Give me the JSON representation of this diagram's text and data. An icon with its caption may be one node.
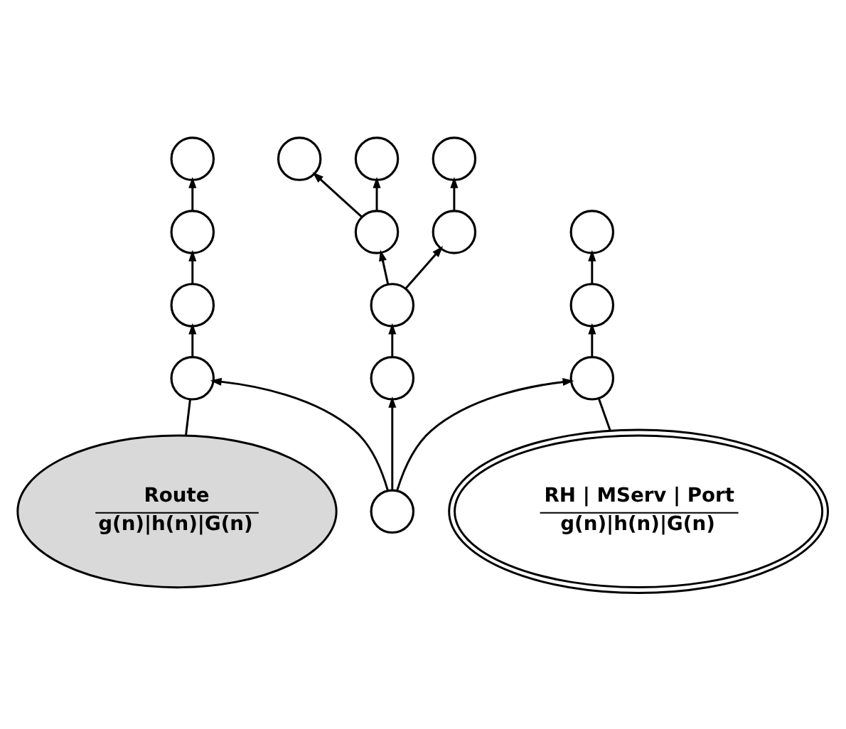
{
  "diagram": {
    "nodes": [
      {
        "text": [],
        "shape": "circle"
      },
      {
        "text": [],
        "shape": "circle"
      },
      {
        "text": [],
        "shape": "circle"
      },
      {
        "text": [],
        "shape": "circle"
      },
      {
        "text": [],
        "shape": "circle"
      },
      {
        "text": [],
        "shape": "circle"
      },
      {
        "text": [],
        "shape": "circle"
      },
      {
        "text": [],
        "shape": "circle"
      },
      {
        "text": [],
        "shape": "circle"
      },
      {
        "text": [],
        "shape": "circle"
      },
      {
        "text": [],
        "shape": "circle"
      },
      {
        "text": [],
        "shape": "circle"
      },
      {
        "text": [],
        "shape": "circle"
      },
      {
        "text": [],
        "shape": "circle"
      },
      {
        "text": [],
        "shape": "circle"
      },
      {
        "text": [
          "Route",
          "g(n)|h(n)|G(n)"
        ]
      },
      {
        "text": [
          "RH | MServ | Port",
          "g(n)|h(n)|G(n)"
        ]
      }
    ],
    "edges": [
      {
        "from": 14,
        "to": 11,
        "arrow": "to"
      },
      {
        "from": 14,
        "to": 12,
        "arrow": "to"
      },
      {
        "from": 14,
        "to": 13,
        "arrow": "to"
      },
      {
        "from": 11,
        "to": 8,
        "arrow": "to"
      },
      {
        "from": 8,
        "to": 4,
        "arrow": "to"
      },
      {
        "from": 4,
        "to": 0,
        "arrow": "to"
      },
      {
        "from": 12,
        "to": 9,
        "arrow": "to"
      },
      {
        "from": 9,
        "to": 5,
        "arrow": "to"
      },
      {
        "from": 9,
        "to": 6,
        "arrow": "to"
      },
      {
        "from": 5,
        "to": 1,
        "arrow": "to"
      },
      {
        "from": 5,
        "to": 2,
        "arrow": "to"
      },
      {
        "from": 6,
        "to": 3,
        "arrow": "to"
      },
      {
        "from": 13,
        "to": 10,
        "arrow": "to"
      },
      {
        "from": 10,
        "to": 7,
        "arrow": "to"
      },
      {
        "from": 15,
        "to": 11,
        "arrow": "none"
      },
      {
        "from": 16,
        "to": 13,
        "arrow": "none"
      }
    ]
  }
}
